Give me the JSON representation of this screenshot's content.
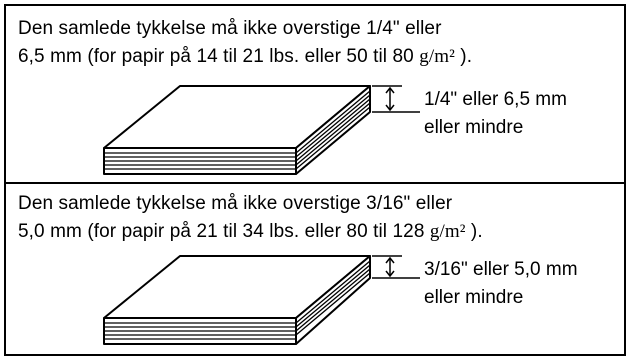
{
  "sections": [
    {
      "text_line1": "Den samlede tykkelse må ikke overstige 1/4\" eller",
      "text_line2_before": "6,5 mm (for papir på 14 til 21 lbs. eller 50 til 80 ",
      "text_line2_unit": "g/m²",
      "text_line2_after": " ).",
      "label_line1": "1/4\" eller 6,5 mm",
      "label_line2": "eller mindre"
    },
    {
      "text_line1": "Den samlede tykkelse må ikke overstige 3/16\" eller",
      "text_line2_before": "5,0 mm (for papir på 21 til 34 lbs. eller 80 til 128 ",
      "text_line2_unit": "g/m²",
      "text_line2_after": " ).",
      "label_line1": "3/16\" eller 5,0 mm",
      "label_line2": "eller mindre"
    }
  ]
}
